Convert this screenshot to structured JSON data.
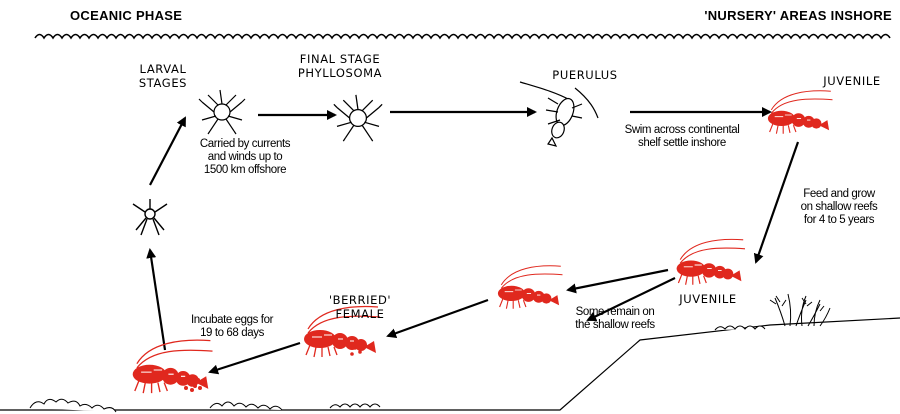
{
  "headers": {
    "left": "OCEANIC PHASE",
    "right": "'NURSERY' AREAS INSHORE"
  },
  "stages": {
    "larval": [
      "LARVAL",
      "STAGES"
    ],
    "phyllosoma": [
      "FINAL STAGE",
      "PHYLLOSOMA"
    ],
    "puerulus": "PUERULUS",
    "juvenile_top": "JUVENILE",
    "juvenile_mid": "JUVENILE",
    "berried": [
      "'BERRIED'",
      "FEMALE"
    ]
  },
  "notes": {
    "currents": [
      "Carried by currents",
      "and winds up to",
      "1500 km offshore"
    ],
    "swim": [
      "Swim across continental",
      "shelf settle inshore"
    ],
    "feed": [
      "Feed and grow",
      "on shallow reefs",
      "for 4 to 5 years"
    ],
    "remain": [
      "Some remain on",
      "the shallow reefs"
    ],
    "incubate": [
      "Incubate eggs for",
      "19 to 68 days"
    ]
  },
  "colors": {
    "lobster": "#e0281e",
    "line": "#000000"
  },
  "icons": [
    "phyllosoma-larva-icon",
    "puerulus-icon",
    "lobster-icon",
    "hatchling-icon",
    "seaweed-icon",
    "rocks-icon"
  ]
}
